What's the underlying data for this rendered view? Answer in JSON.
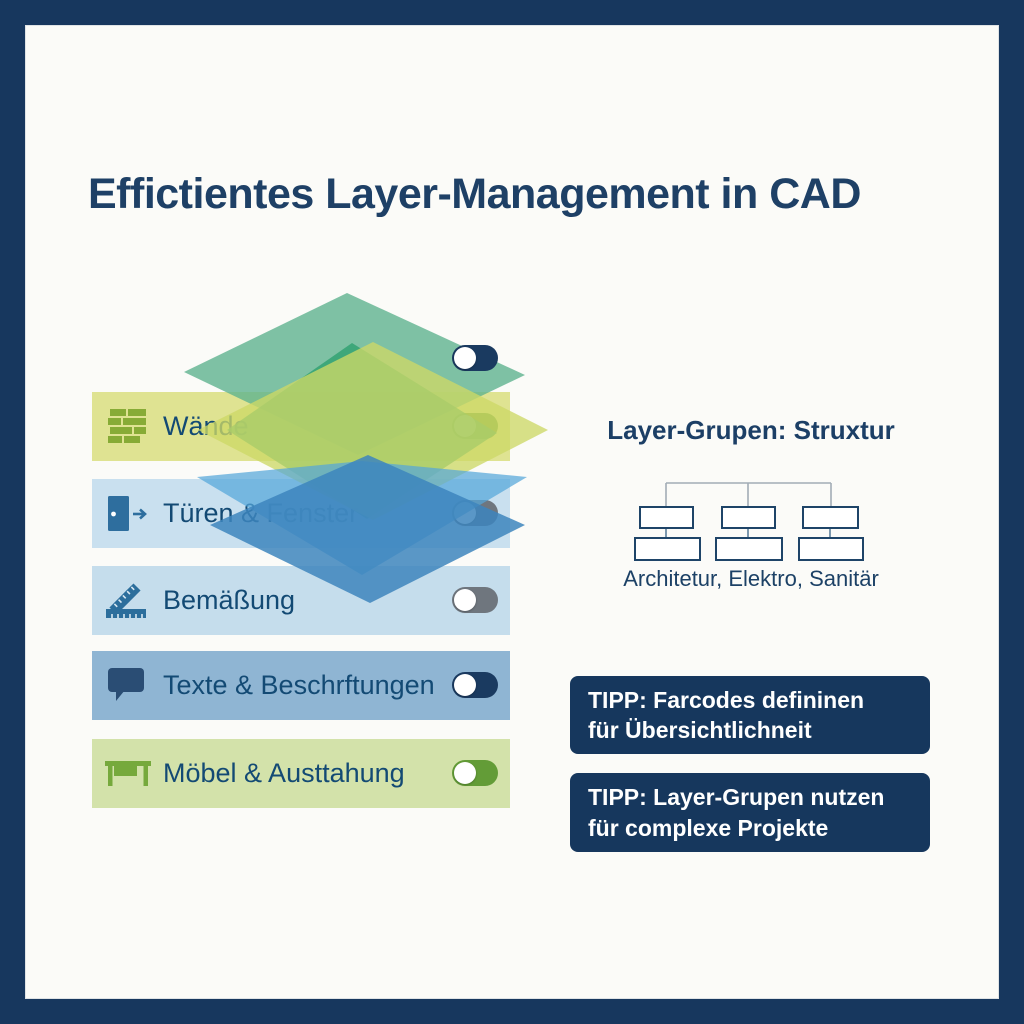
{
  "title": "Effictientes Layer-Management in CAD",
  "layer_panel": {
    "stack_toggle": {
      "state": "on",
      "color": "#1a3a60"
    },
    "rows": [
      {
        "label": "Wände",
        "icon": "brick-wall-icon",
        "bg": "#dfe392",
        "toggle_state": "on",
        "toggle_color": "#639c37"
      },
      {
        "label": "Türen & Fenster",
        "icon": "door-icon",
        "bg": "#c9e0ef",
        "toggle_state": "off",
        "toggle_color": "#6f767e"
      },
      {
        "label": "Bemäßung",
        "icon": "ruler-icon",
        "bg": "#c5ddec",
        "toggle_state": "off",
        "toggle_color": "#6f767e"
      },
      {
        "label": "Texte & Beschrftungen",
        "icon": "speech-bubble-icon",
        "bg": "#8fb5d3",
        "toggle_state": "on",
        "toggle_color": "#1a3a60"
      },
      {
        "label": "Möbel & Austtahung",
        "icon": "table-icon",
        "bg": "#d3e2aa",
        "toggle_state": "on",
        "toggle_color": "#639c37"
      }
    ],
    "stack_layer_colors": [
      "#5fb38e",
      "#2fa170",
      "#cdd966",
      "#55a6da",
      "#3d85bd"
    ]
  },
  "groups": {
    "heading": "Layer-Grupen: Struxtur",
    "caption": "Architetur, Elektro, Sanitär",
    "tree_levels": 2,
    "tree_branches": 3
  },
  "tips": [
    {
      "line1": "TIPP: Farcodes defininen",
      "line2": "für Übersichtlichneit"
    },
    {
      "line1": "TIPP: Layer-Grupen nutzen",
      "line2": "für complexe Projekte"
    }
  ],
  "colors": {
    "frame": "#17375e",
    "background": "#fbfbf8",
    "heading_text": "#1e4066",
    "row_label_text": "#134a74",
    "tip_background": "#16375d",
    "tip_text": "#ffffff"
  }
}
